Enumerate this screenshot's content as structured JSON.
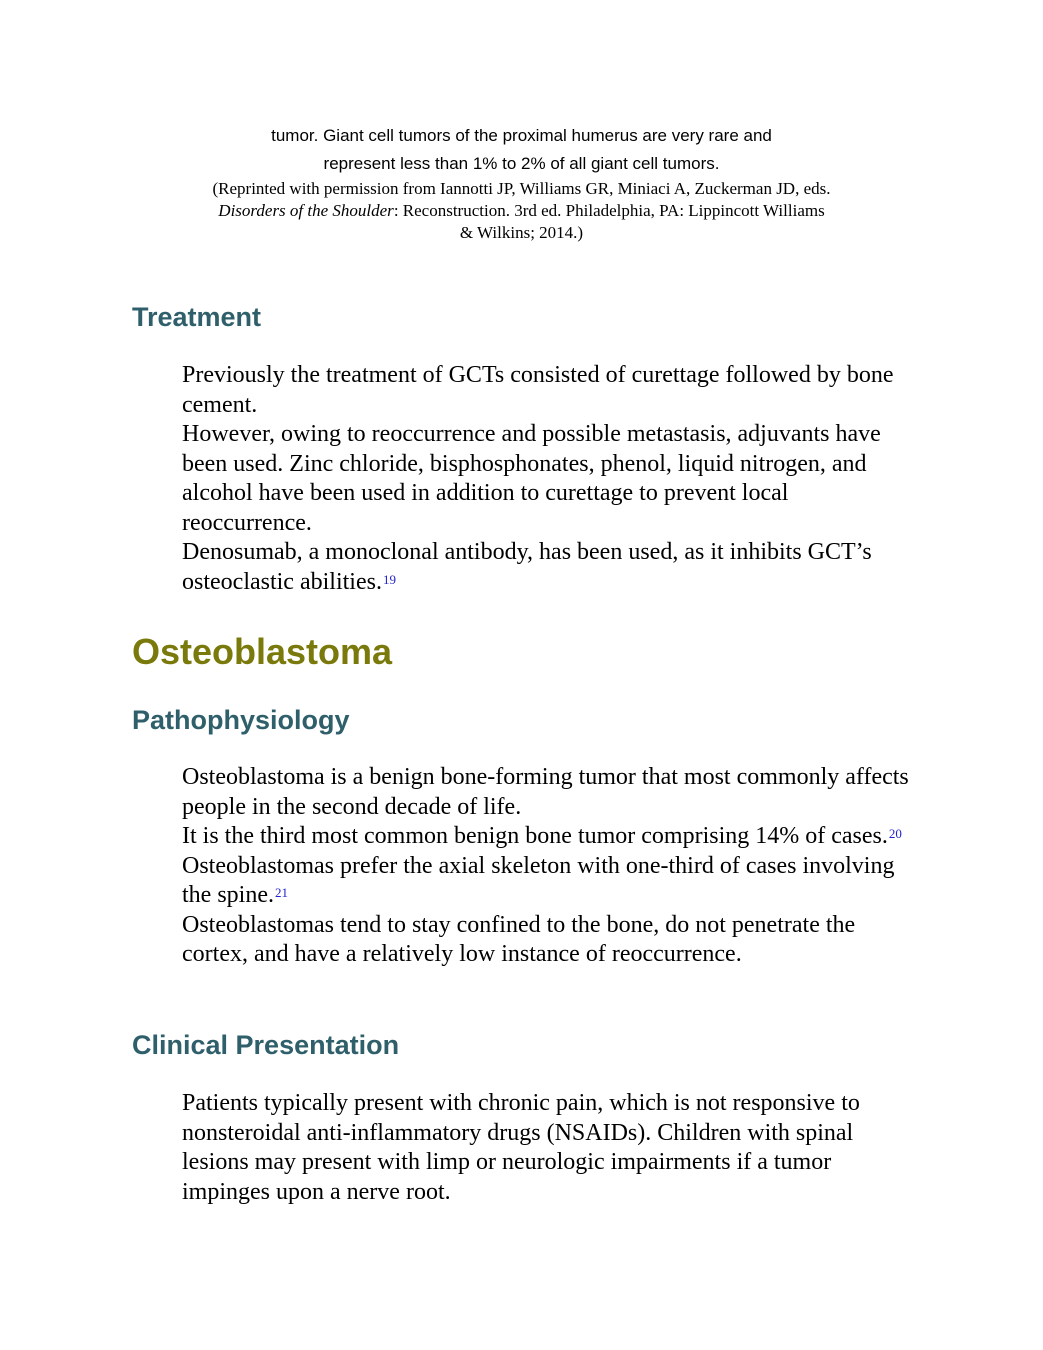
{
  "caption": {
    "line1": "tumor. Giant cell tumors of the proximal humerus are very rare and",
    "line2": "represent less than 1% to 2% of all giant cell tumors.",
    "credit_pre": "(Reprinted with permission from Iannotti JP, Williams GR, Miniaci A, Zuckerman JD, eds. ",
    "credit_italic": "Disorders of the Shoulder",
    "credit_post": ": Reconstruction. 3rd ed. Philadelphia, PA: Lippincott Williams & Wilkins; 2014.)"
  },
  "treatment": {
    "heading": "Treatment",
    "p1": "Previously the treatment of GCTs consisted of curettage followed by bone cement.",
    "p2": "However, owing to reoccurrence and possible metastasis, adjuvants have been used. Zinc chloride, bisphosphonates, phenol, liquid nitrogen, and alcohol have been used in addition to curettage to prevent local reoccurrence.",
    "p3": "Denosumab, a monoclonal antibody, has been used, as it inhibits GCT’s osteoclastic abilities.",
    "p3_ref": "19"
  },
  "osteoblastoma": {
    "heading": "Osteoblastoma",
    "patho": {
      "heading": "Pathophysiology",
      "p1": "Osteoblastoma is a benign bone-forming tumor that most commonly affects people in the second decade of life.",
      "p2": "It is the third most common benign bone tumor comprising 14% of cases.",
      "p2_ref": "20",
      "p3": "Osteoblastomas prefer the axial skeleton with one-third of cases involving the spine.",
      "p3_ref": "21",
      "p4": "Osteoblastomas tend to stay confined to the bone, do not penetrate the cortex, and have a relatively low instance of reoccurrence."
    },
    "clinical": {
      "heading": "Clinical Presentation",
      "p1": "Patients typically present with chronic pain, which is not responsive to nonsteroidal anti-inflammatory drugs (NSAIDs). Children with spinal lesions may present with limp or neurologic impairments if a tumor impinges upon a nerve root."
    }
  }
}
